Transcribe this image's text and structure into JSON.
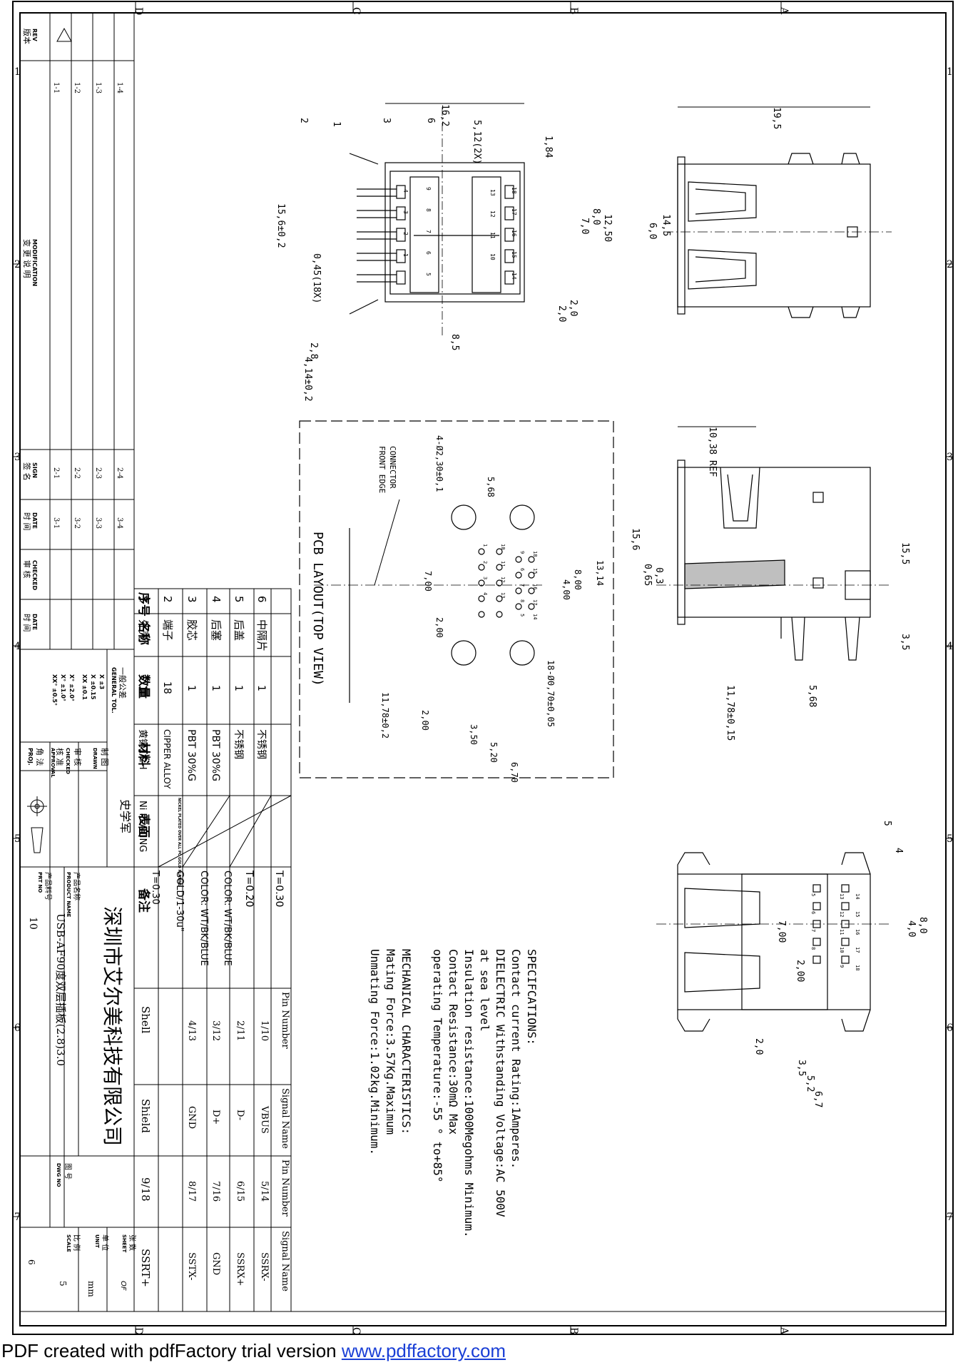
{
  "sheet": {
    "zones_top": [
      "D",
      "C",
      "B",
      "A"
    ],
    "zones_side": [
      "1",
      "2",
      "3",
      "4",
      "5",
      "6",
      "7"
    ]
  },
  "front_view": {
    "dims": [
      "16,2",
      "5,12(2X)",
      "1,84",
      "12,50",
      "8,0",
      "7,0",
      "2,0",
      "2,0",
      "8,5",
      "2,8",
      "4,14±0,2",
      "15,6±0,2",
      "0,45(18X)"
    ],
    "callouts": [
      "1",
      "2",
      "3",
      "6"
    ],
    "pins_upper": [
      "9",
      "8",
      "7",
      "6",
      "5"
    ],
    "pins_lower": [
      "4",
      "3",
      "2",
      "1"
    ],
    "pins_r_upper": [
      "18",
      "17",
      "16",
      "15",
      "14"
    ],
    "pins_r_lower": [
      "13",
      "12",
      "11",
      "10"
    ]
  },
  "top_view": {
    "dims": [
      "19,5",
      "14,5",
      "6,0"
    ]
  },
  "side_view": {
    "dims": [
      "10,38 REF",
      "15,5",
      "15,6",
      "0,3",
      "0,65",
      "3,5",
      "11,78±0,15",
      "5,68"
    ]
  },
  "pcb_layout": {
    "title": "PCB LAYOUT(TOP VIEW)",
    "front_edge": [
      "CONNECTOR",
      "FRONT EDGE"
    ],
    "dims": [
      "4-Ø2,30±0,1",
      "5,68",
      "13,14",
      "8,00",
      "4,00",
      "7,00",
      "2,00",
      "18-Ø0,70±0,05",
      "11,78±0,2",
      "2,00",
      "3,50",
      "5,20",
      "6,70"
    ],
    "pin_nums": [
      "1",
      "10",
      "9",
      "18",
      "2",
      "11",
      "3",
      "12",
      "4",
      "13",
      "5",
      "14",
      "6",
      "15",
      "7",
      "16",
      "8",
      "17"
    ]
  },
  "bottom_view": {
    "dims": [
      "8,0",
      "4,0",
      "7,00",
      "2,00",
      "2,0",
      "3,5",
      "5,2",
      "6,7"
    ],
    "callouts": [
      "5",
      "4"
    ],
    "pins": [
      "13",
      "14",
      "12",
      "15",
      "11",
      "16",
      "10",
      "17",
      "9",
      "18",
      "5",
      "6",
      "7",
      "8"
    ]
  },
  "specifications": {
    "lines": [
      "SPECIFCATIONS:",
      "Contact current Rating:1Amperes.",
      "DIELECTRIC Withstanding Voltage:AC 500V",
      "at sea level",
      "Insulation resistance:1000Megohms Minimum.",
      "Contact Resistance:30mΩ Max",
      "operating Temperature:-55 ° to+85°",
      "",
      "MECHANICAL CHARACTERISTICS:",
      "Mating Force:3.57Kg.Maximum",
      "Unmating Force:1.02kg.Minimum."
    ]
  },
  "pin_table": {
    "headers": [
      "Pin Number",
      "Signal Name",
      "Pin Number",
      "Signal Name"
    ],
    "rows": [
      [
        "1/10",
        "VBUS",
        "5/14",
        "SSRX-"
      ],
      [
        "2/11",
        "D-",
        "6/15",
        "SSRX+"
      ],
      [
        "3/12",
        "D+",
        "7/16",
        "GND"
      ],
      [
        "4/13",
        "GND",
        "8/17",
        "SSTX-"
      ],
      [
        "Shell",
        "Shield",
        "9/18",
        "SSRT+"
      ]
    ]
  },
  "bom": {
    "headers": [
      "序号",
      "名称",
      "数量",
      "材料",
      "表面",
      "备注"
    ],
    "rows": [
      [
        "6",
        "中隔片",
        "1",
        "不锈钢",
        "",
        "T=0.30"
      ],
      [
        "5",
        "后盖",
        "1",
        "不锈钢",
        "",
        "T=0.20"
      ],
      [
        "4",
        "后塞",
        "1",
        "PBT 30%G",
        "",
        "COLOR: WT/BK/BLUE"
      ],
      [
        "3",
        "胶芯",
        "1",
        "PBT 30%G",
        "",
        "COLOR: WT/BK/BLUE"
      ],
      [
        "2",
        "端子",
        "18",
        "CIPPER ALLOY",
        "NICKEL PLATED OVER ALL PC GOLD PLATING",
        "GOLD/1-30u\""
      ],
      [
        "1",
        "外壳",
        "1",
        "黄铜1/2H",
        "Ni PLATING",
        "T=0.30"
      ]
    ]
  },
  "revision": {
    "rev_label": [
      "版本",
      "REV"
    ],
    "mod_label": [
      "变 更 说 明",
      "MODIFICATION"
    ],
    "sign_label": [
      "签 名",
      "SIGN"
    ],
    "date_label": [
      "时 间",
      "DATE"
    ],
    "checked_label": [
      "审 核",
      "CHECKED"
    ],
    "date2_label": [
      "时 间",
      "DATE"
    ],
    "mods": [
      "1-4",
      "1-3",
      "1-2",
      "1-1"
    ],
    "signs": [
      "2-4",
      "2-3",
      "2-2",
      "2-1"
    ],
    "dates": [
      "3-4",
      "3-3",
      "3-2",
      "3-1"
    ]
  },
  "title_block": {
    "tolerance": [
      "一般公差",
      "GENERAL TOL.",
      "X ±3",
      "X ±0.15",
      "XX ±0.1",
      "X° ±2.0°",
      "X° ±1.0°",
      "XX° ±0.5°"
    ],
    "drawn": [
      "制 图",
      "DRAWN"
    ],
    "drawn_name": "史学军",
    "checked": [
      "审 核",
      "CHECKED"
    ],
    "approval": [
      "核 准",
      "APPROVAL"
    ],
    "proj": [
      "角 法",
      "PROJ."
    ],
    "company": "深圳市艾尔美科技有限公司",
    "product_label": [
      "产品名称",
      "PRODUCT NAME"
    ],
    "product_name": "USB-AF90度双层插板(2.8)3.0",
    "part_label": [
      "产品料号",
      "PRT NO"
    ],
    "part_no": "10",
    "dwg_label": [
      "图 号",
      "DWG NO"
    ],
    "sheet_label": [
      "张 数",
      "SHEET"
    ],
    "sheet_of": "OF",
    "unit_label": [
      "单 位",
      "UNIT"
    ],
    "unit": "mm",
    "scale_label": [
      "比 例",
      "SCALE"
    ],
    "sheet_a": "6",
    "sheet_b": "5"
  },
  "footer": {
    "text": "PDF created with pdfFactory trial version ",
    "link": "www.pdffactory.com"
  }
}
